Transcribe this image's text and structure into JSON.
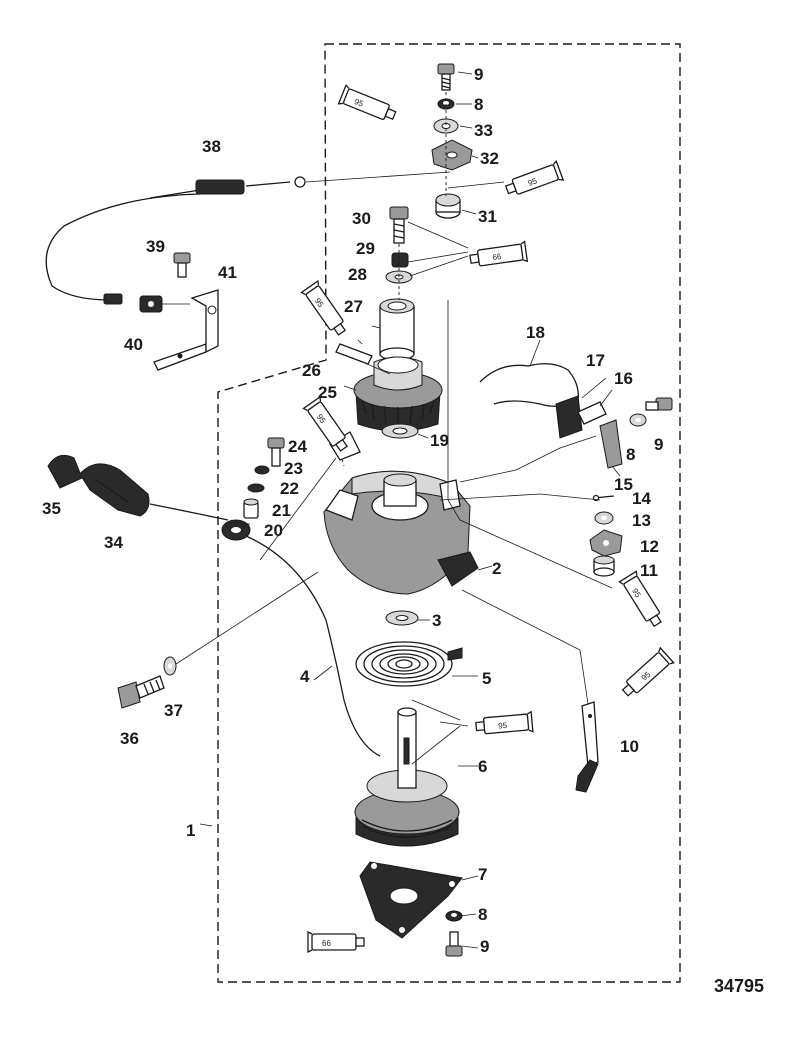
{
  "figure_number": "34795",
  "callouts": {
    "c1": "1",
    "c2": "2",
    "c3": "3",
    "c4": "4",
    "c5": "5",
    "c6": "6",
    "c7": "7",
    "c8a": "8",
    "c8b": "8",
    "c8c": "8",
    "c9a": "9",
    "c9b": "9",
    "c9c": "9",
    "c10": "10",
    "c11": "11",
    "c12": "12",
    "c13": "13",
    "c14": "14",
    "c15": "15",
    "c16": "16",
    "c17": "17",
    "c18": "18",
    "c19": "19",
    "c20": "20",
    "c21": "21",
    "c22": "22",
    "c23": "23",
    "c24": "24",
    "c25": "25",
    "c26": "26",
    "c27": "27",
    "c28": "28",
    "c29": "29",
    "c30": "30",
    "c31": "31",
    "c32": "32",
    "c33": "33",
    "c34": "34",
    "c35": "35",
    "c36": "36",
    "c37": "37",
    "c38": "38",
    "c39": "39",
    "c40": "40",
    "c41": "41"
  },
  "lubricant_tubes": {
    "t1": "95",
    "t2": "95",
    "t3": "66",
    "t4": "95",
    "t5": "95",
    "t6": "95",
    "t7": "95",
    "t8": "95",
    "t9": "66"
  }
}
